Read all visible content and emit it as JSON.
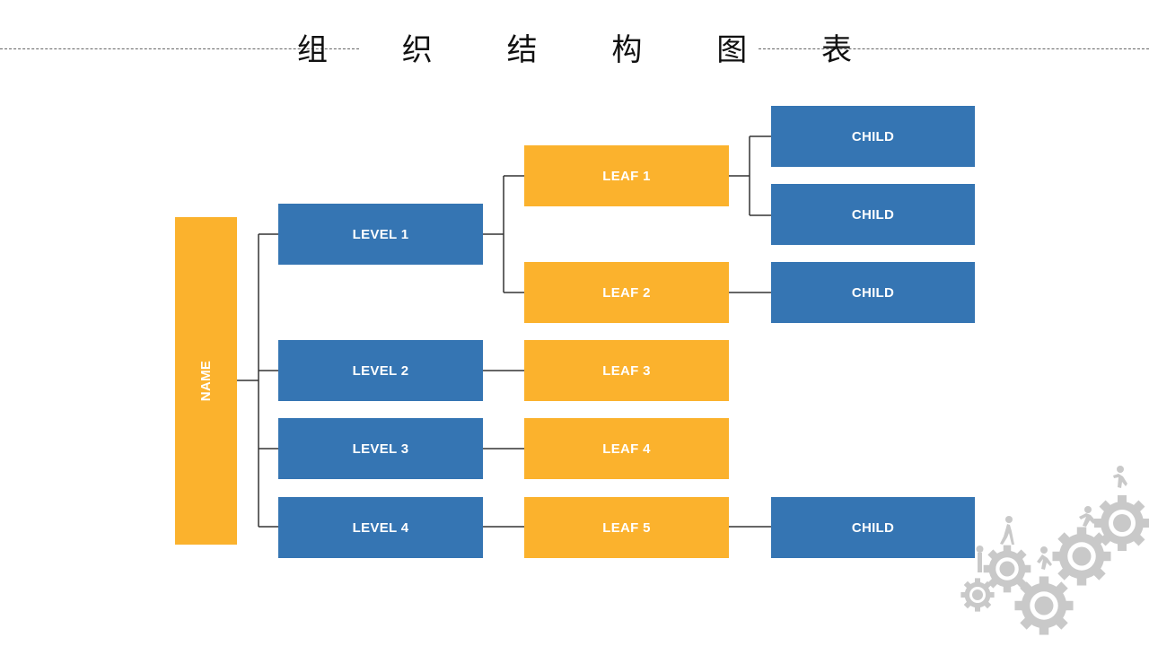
{
  "title": "组 织 结 构 图 表",
  "root": {
    "label": "NAME"
  },
  "levels": [
    {
      "label": "LEVEL 1"
    },
    {
      "label": "LEVEL 2"
    },
    {
      "label": "LEVEL 3"
    },
    {
      "label": "LEVEL 4"
    }
  ],
  "leaves": [
    {
      "label": "LEAF 1"
    },
    {
      "label": "LEAF 2"
    },
    {
      "label": "LEAF 3"
    },
    {
      "label": "LEAF 4"
    },
    {
      "label": "LEAF 5"
    }
  ],
  "children": [
    {
      "label": "CHILD"
    },
    {
      "label": "CHILD"
    },
    {
      "label": "CHILD"
    },
    {
      "label": "CHILD"
    }
  ],
  "colors": {
    "blue": "#3575b3",
    "orange": "#fbb22d",
    "connector": "#333333",
    "gear": "#c9c9c9"
  },
  "decoration": {
    "icon": "gears-with-runners-icon"
  }
}
